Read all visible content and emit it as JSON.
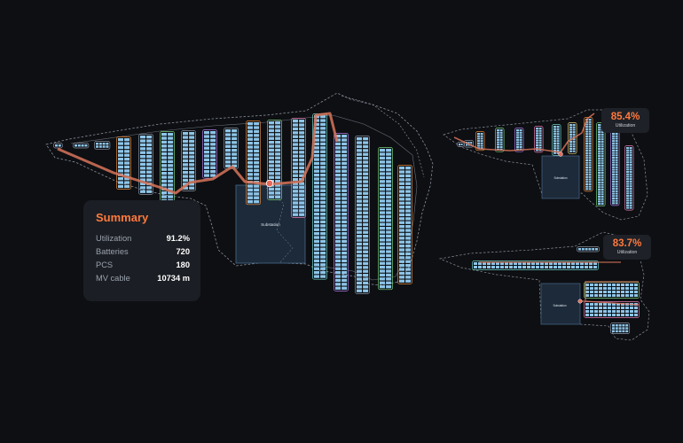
{
  "summary": {
    "title": "Summary",
    "rows": [
      {
        "label": "Utilization",
        "value": "91.2%"
      },
      {
        "label": "Batteries",
        "value": "720"
      },
      {
        "label": "PCS",
        "value": "180"
      },
      {
        "label": "MV cable",
        "value": "10734 m"
      }
    ]
  },
  "layouts": [
    {
      "name": "main",
      "substation_label": "Substation"
    },
    {
      "name": "alt-top",
      "substation_label": "Substation",
      "utilization": "85.4%",
      "utilization_label": "Utilization"
    },
    {
      "name": "alt-bottom",
      "substation_label": "Substation",
      "utilization": "83.7%",
      "utilization_label": "Utilization"
    }
  ],
  "colors": {
    "background": "#0d0f13",
    "card": "#1b1e24",
    "accent": "#ff7a3d",
    "battery": "#8ec5e8",
    "substation": "#1c2a3a",
    "route": "#d8745a",
    "feeder_colors": [
      "#e6893a",
      "#7bd07a",
      "#b07be6",
      "#e67bb0",
      "#6fd3c8",
      "#e6d07b"
    ]
  },
  "icons": [
    "substation-marker-icon"
  ]
}
